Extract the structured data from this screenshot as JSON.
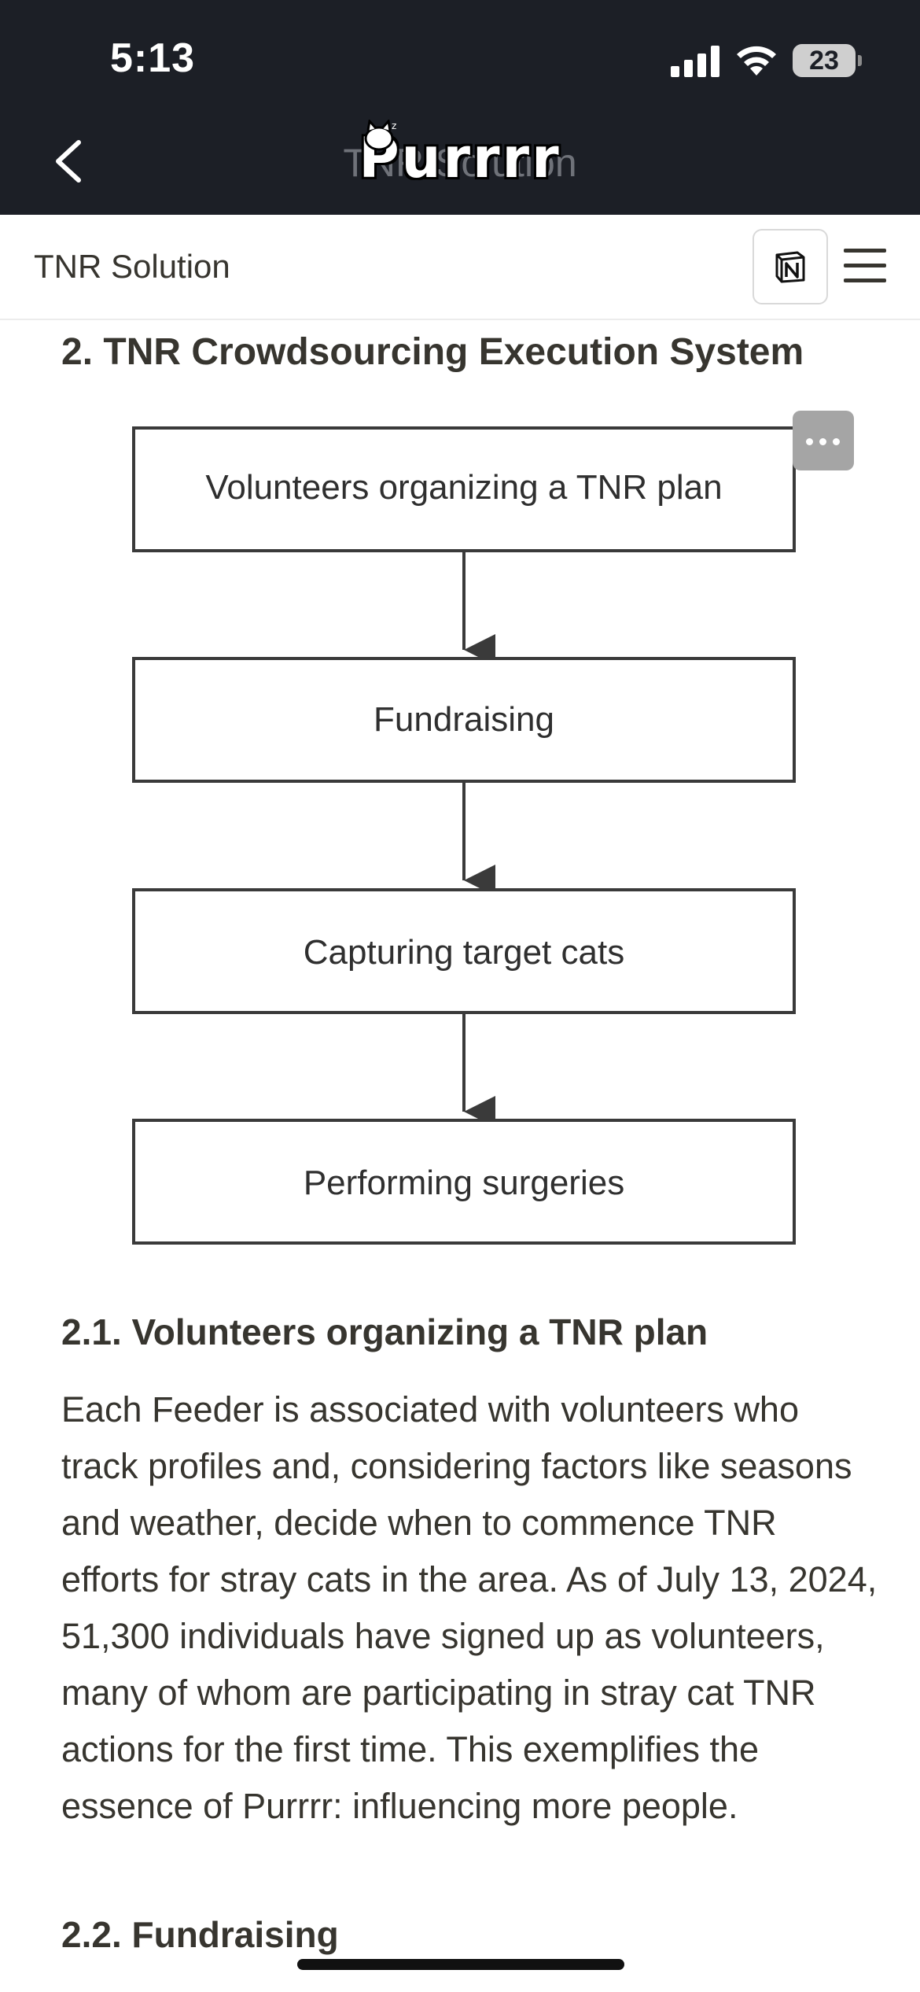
{
  "status_bar": {
    "time": "5:13",
    "battery": "23"
  },
  "nav": {
    "ghost_title": "TNR Solution",
    "brand": "Purrrr"
  },
  "subheader": {
    "page_title": "TNR Solution"
  },
  "content": {
    "section_heading": "2. TNR Crowdsourcing Execution System",
    "flow_steps": [
      "Volunteers organizing a TNR plan",
      "Fundraising",
      "Capturing target cats",
      "Performing surgeries"
    ],
    "subsection_1_heading": "2.1. Volunteers organizing a TNR plan",
    "subsection_1_text": "Each Feeder is associated with volunteers who track profiles and, considering factors like seasons and weather, decide when to commence TNR efforts for stray cats in the area. As of July 13, 2024, 51,300 individuals have signed up as volunteers, many of whom are participating in stray cat TNR actions for the first time. This exemplifies the essence of Purrrr: influencing more people.",
    "subsection_2_heading": "2.2. Fundraising"
  }
}
